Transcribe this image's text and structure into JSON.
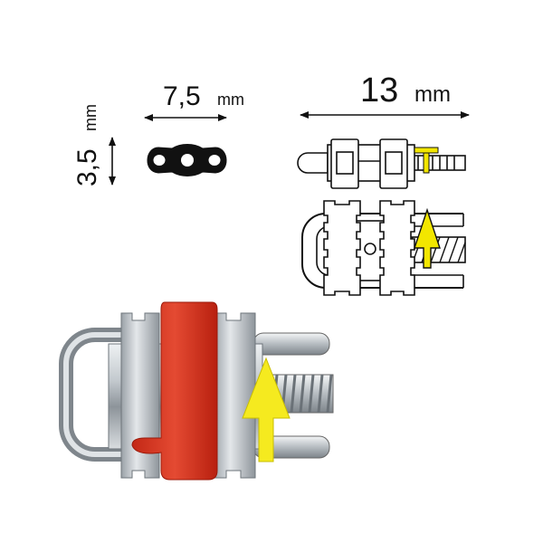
{
  "dimensions": {
    "height_value": "3,5",
    "height_unit": "mm",
    "width_value": "7,5",
    "width_unit": "mm",
    "length_value": "13",
    "length_unit": "mm"
  },
  "colors": {
    "line": "#111111",
    "yellow": "#f2e600",
    "red": "#d8301f",
    "metal": "#b9c0c6"
  },
  "icons": [
    "dimension-arrow-icon",
    "activation-arrow-icon"
  ]
}
